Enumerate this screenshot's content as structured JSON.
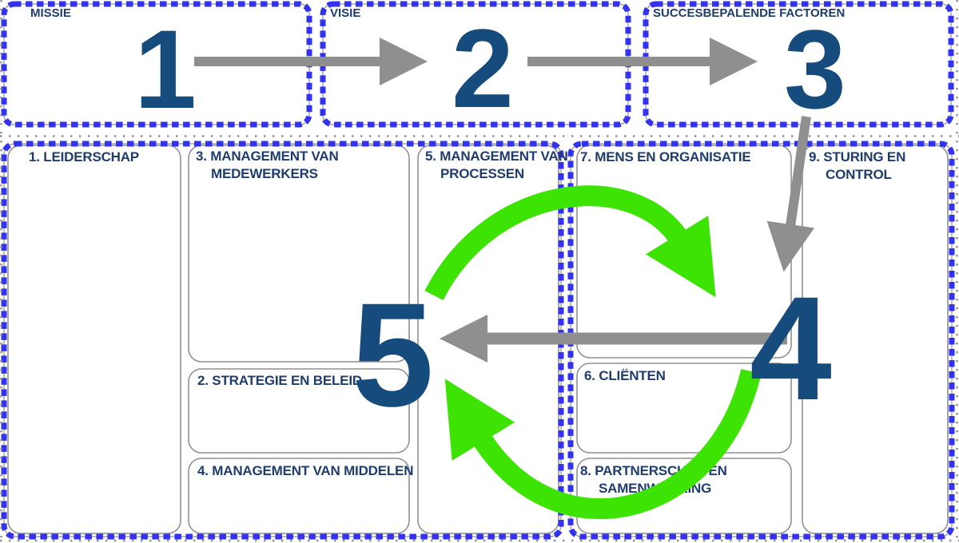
{
  "colors": {
    "dash": "#3232f0",
    "border": "#909090",
    "gray": "#8f8f8f",
    "green": "#3ce303",
    "num": "#164b7e",
    "label": "#1e3c6e"
  },
  "top_row": [
    {
      "label": "MISSIE",
      "number": "1"
    },
    {
      "label": "VISIE",
      "number": "2"
    },
    {
      "label": "SUCCESBEPALENDE FACTOREN",
      "number": "3"
    }
  ],
  "areas": {
    "leiderschap": "1. LEIDERSCHAP",
    "medewerkers_l1": "3. MANAGEMENT VAN",
    "medewerkers_l2": "MEDEWERKERS",
    "strategie": "2. STRATEGIE EN BELEID",
    "middelen": "4. MANAGEMENT VAN MIDDELEN",
    "processen_l1": "5. MANAGEMENT VAN",
    "processen_l2": "PROCESSEN",
    "mens_en_organisatie": "7. MENS EN ORGANISATIE",
    "clienten": "6. CLIËNTEN",
    "partnerschap_l1": "8. PARTNERSCHAP EN",
    "partnerschap_l2": "SAMENWERKING",
    "sturing_l1": "9. STURING EN",
    "sturing_l2": "CONTROL"
  },
  "big_numbers": {
    "processen": "5",
    "resultaat": "4"
  },
  "arrows": {
    "gray": [
      "missie-to-visie",
      "visie-to-succesfactoren",
      "succesfactoren-to-resultaat",
      "resultaat-to-processen"
    ],
    "green": [
      "processen-to-resultaat-loop",
      "resultaat-to-processen-loop"
    ]
  }
}
